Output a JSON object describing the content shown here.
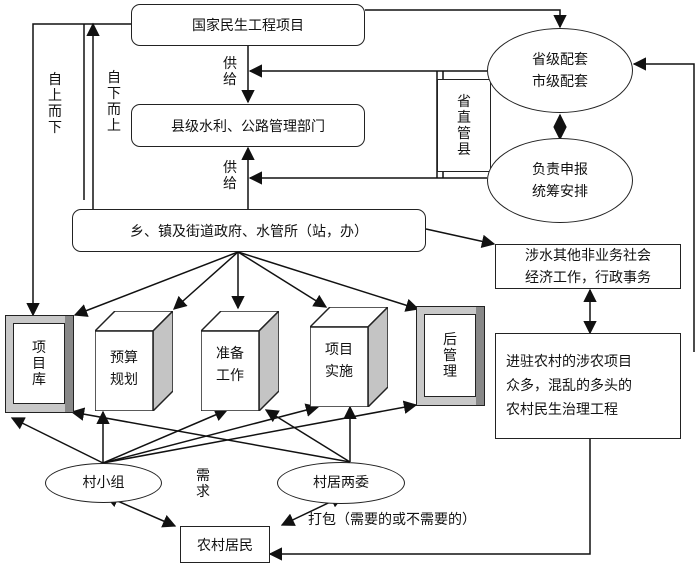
{
  "nodes": {
    "national": "国家民生工程项目",
    "county": "县级水利、公路管理部门",
    "township": "乡、镇及街道政府、水管所（站，办）",
    "province_city": "省级配套\n市级配套",
    "report": "负责申报\n统筹安排",
    "province_direct": "省直管县",
    "other_affairs": "涉水其他非业务社会\n经济工作，行政事务",
    "chaos": "进驻农村的涉农项目\n众多，混乱的多头的\n农村民生治理工程",
    "village_group": "村小组",
    "village_committee": "村居两委",
    "residents": "农村居民"
  },
  "stages": [
    {
      "label": "项目库",
      "style": "frame"
    },
    {
      "label": "预算\n规划",
      "style": "cube"
    },
    {
      "label": "准备\n工作",
      "style": "cube"
    },
    {
      "label": "项目\n实施",
      "style": "cube"
    },
    {
      "label": "后管理",
      "style": "frame"
    }
  ],
  "edge_labels": {
    "top_down": "自上而下",
    "bottom_up": "自下而上",
    "supply_1": "供给",
    "supply_2": "供给",
    "demand": "需求",
    "package": "打包（需要的或不需要的）"
  }
}
